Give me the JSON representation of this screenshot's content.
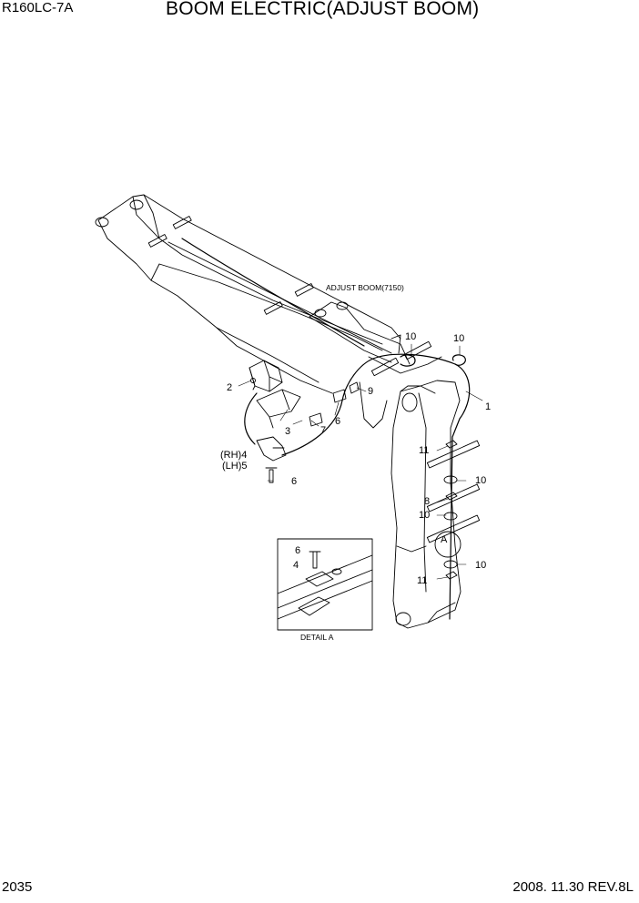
{
  "header": {
    "model": "R160LC-7A",
    "title": "BOOM ELECTRIC(ADJUST BOOM)"
  },
  "footer": {
    "page": "2035",
    "date_rev": "2008. 11.30  REV.8L"
  },
  "labels": {
    "adjust_boom": "ADJUST BOOM(7150)",
    "detail": "DETAIL  A",
    "rh4": "(RH)4",
    "lh5": "(LH)5",
    "view_a": "A"
  },
  "callouts": {
    "c1": "1",
    "c2": "2",
    "c3": "3",
    "c4": "4",
    "c6a": "6",
    "c6b": "6",
    "c6c": "6",
    "c7": "7",
    "c8": "8",
    "c9": "9",
    "c10a": "10",
    "c10b": "10",
    "c10c": "10",
    "c10d": "10",
    "c10e": "10",
    "c11a": "11",
    "c11b": "11"
  }
}
